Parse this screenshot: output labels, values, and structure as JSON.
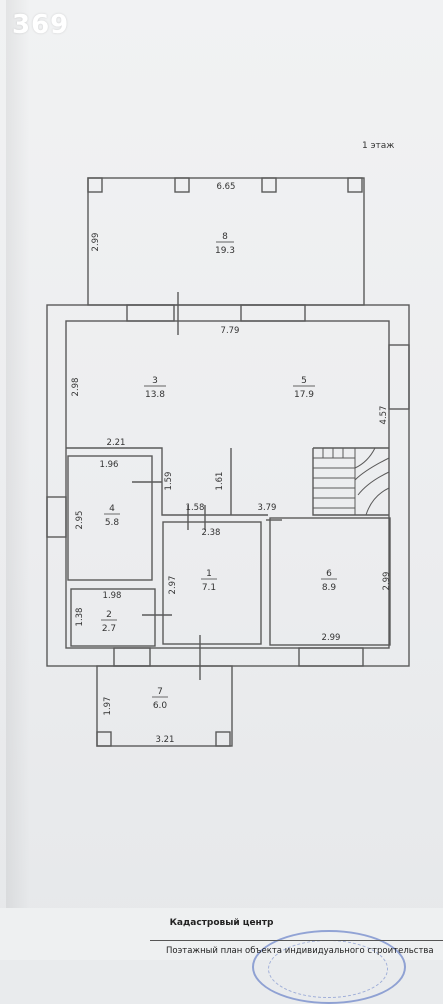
{
  "watermark": "369",
  "floor": "1 этаж",
  "rooms": [
    {
      "num": "1",
      "area": "7.1"
    },
    {
      "num": "2",
      "area": "2.7"
    },
    {
      "num": "3",
      "area": "13.8"
    },
    {
      "num": "4",
      "area": "5.8"
    },
    {
      "num": "5",
      "area": "17.9"
    },
    {
      "num": "6",
      "area": "8.9"
    },
    {
      "num": "7",
      "area": "6.0"
    },
    {
      "num": "8",
      "area": "19.3"
    }
  ],
  "dimensions": {
    "terrace_top_width": "6.65",
    "terrace_top_depth": "2.99",
    "hall_width": "7.79",
    "room3_depth": "2.98",
    "room5_depth": "4.57",
    "room3_width": "2.21",
    "room4_width": "1.96",
    "corridor_a": "1.59",
    "corridor_b": "1.61",
    "corridor_c": "1.58",
    "room6_top_width": "3.79",
    "room4_depth": "2.95",
    "room1_width": "2.38",
    "room1_depth": "2.97",
    "room6_depth": "2.99",
    "room2_width": "1.98",
    "room2_depth": "1.38",
    "room6_bottom_width": "2.99",
    "porch_depth": "1.97",
    "porch_width": "3.21"
  },
  "footer": {
    "org": "Кадастровый центр",
    "title": "Поэтажный план объекта индивидуального строительства"
  },
  "colors": {
    "wall": "#5a5a5a",
    "paper": "#eeeff1",
    "stamp": "#4664be"
  },
  "icons": {
    "stair": "staircase-icon",
    "stamp": "seal-stamp-icon"
  }
}
